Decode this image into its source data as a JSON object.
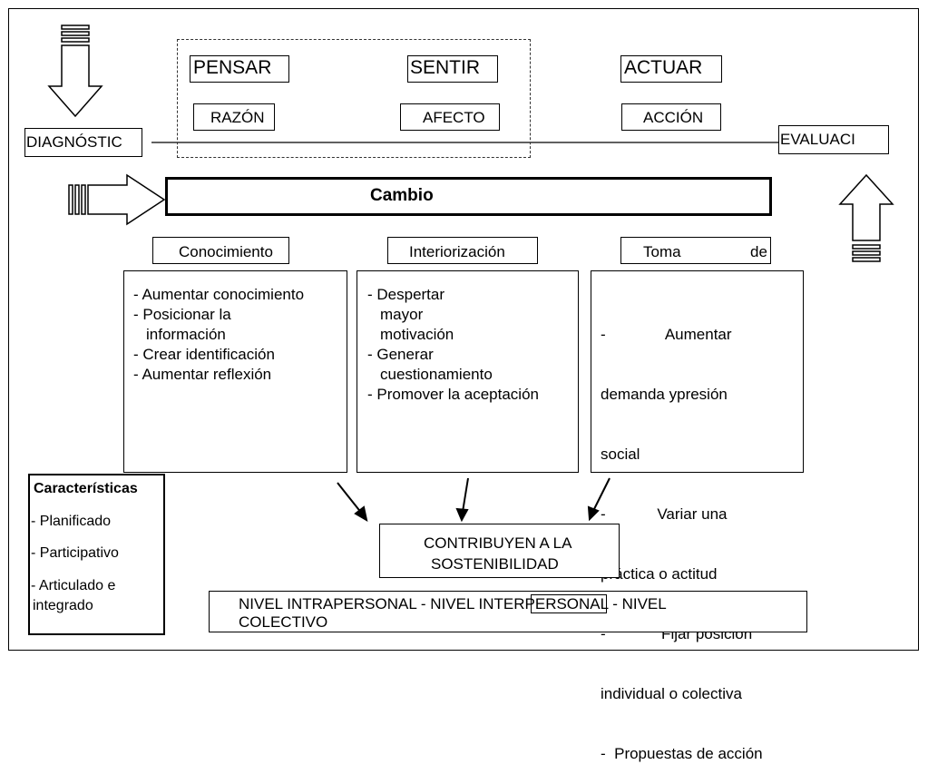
{
  "top": {
    "pensar": "PENSAR",
    "sentir": "SENTIR",
    "actuar": "ACTUAR",
    "razon": "RAZÓN",
    "afecto": "AFECTO",
    "accion": "ACCIÓN"
  },
  "diagnostico": "DIAGNÓSTIC",
  "evaluacion": "EVALUACI",
  "cambio": "Cambio",
  "stages": [
    "Conocimiento",
    "Interiorización",
    "Toma",
    "de"
  ],
  "col1": [
    "- Aumentar conocimiento",
    "- Posicionar la",
    "  información",
    "- Crear identificación",
    "- Aumentar reflexión"
  ],
  "col2": [
    "- Despertar",
    "  mayor",
    "  motivación",
    "-  Generar",
    "  cuestionamiento",
    "- Promover la aceptación"
  ],
  "col3": [
    "-              Aumentar",
    "demanda ypresión",
    "social",
    "-            Variar una",
    "práctica o actitud",
    "-             Fijar posición",
    "individual o colectiva",
    "-  Propuestas de acción"
  ],
  "caracteristicas": {
    "title": "Características",
    "items": [
      "- Planificado",
      "- Participativo",
      "- Articulado e",
      "  integrado"
    ]
  },
  "contribuyen": [
    "CONTRIBUYEN A LA",
    "SOSTENIBILIDAD"
  ],
  "nivel": [
    "NIVEL INTRAPERSONAL  -  NIVEL INTERPERSONAL  -  NIVEL",
    "COLECTIVO"
  ],
  "nivel_highlight": "RPERSO"
}
